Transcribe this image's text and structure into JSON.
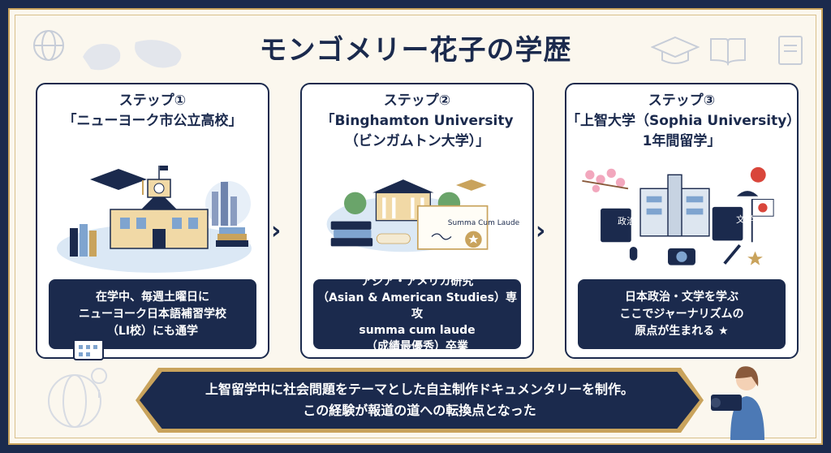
{
  "title": "モンゴメリー花子の学歴",
  "steps": [
    {
      "step_label": "ステップ①",
      "name_lines": [
        "「ニューヨーク市公立高校」"
      ],
      "desc_lines": [
        "在学中、毎週土曜日に",
        "ニューヨーク日本語補習学校",
        "（LI校）にも通学"
      ]
    },
    {
      "step_label": "ステップ②",
      "name_lines": [
        "「Binghamton University",
        "（ビンガムトン大学）」"
      ],
      "certificate_text": "Summa Cum Laude",
      "desc_lines": [
        "アジア・アメリカ研究",
        "（Asian & American Studies）専攻",
        "summa cum laude",
        "（成績最優秀）卒業"
      ]
    },
    {
      "step_label": "ステップ③",
      "name_lines": [
        "「上智大学（Sophia University）",
        "1年間留学」"
      ],
      "book_labels": [
        "政治",
        "文学"
      ],
      "desc_lines": [
        "日本政治・文学を学ぶ",
        "ここでジャーナリズムの",
        "原点が生まれる ★"
      ]
    }
  ],
  "banner_lines": [
    "上智留学中に社会問題をテーマとした自主制作ドキュメンタリーを制作。",
    "この経験が報道の道への転換点となった"
  ],
  "colors": {
    "navy": "#1b2a4d",
    "gold": "#c9a35c",
    "cream": "#fbf7ee"
  }
}
